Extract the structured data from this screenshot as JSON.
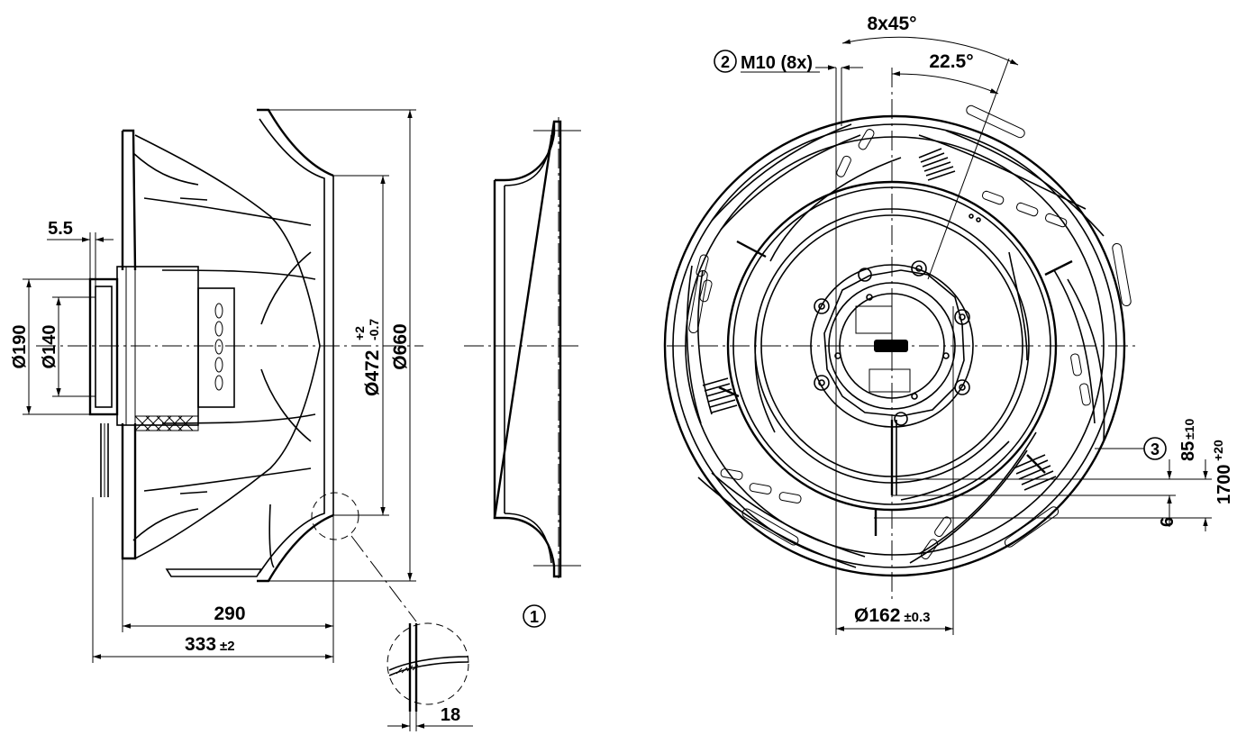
{
  "labels": {
    "d190": "Ø190",
    "d140": "Ø140",
    "d472": "Ø472",
    "d472_tol_upper": "+2",
    "d472_tol_lower": "-0.7",
    "d660": "Ø660",
    "gap_5_5": "5.5",
    "len_290": "290",
    "len_333": "333",
    "len_333_tol": "±2",
    "detail_18": "18",
    "callout_1": "1",
    "callout_2": "2",
    "thread": "M10 (8x)",
    "angle_8x45": "8x45°",
    "angle_22_5": "22.5°",
    "d162": "Ø162",
    "d162_tol": "±0.3",
    "callout_3": "3",
    "cable_85": "85",
    "cable_85_tol": "±10",
    "cable_1700": "1700",
    "cable_1700_tol": "+20",
    "offset_6": "6"
  }
}
